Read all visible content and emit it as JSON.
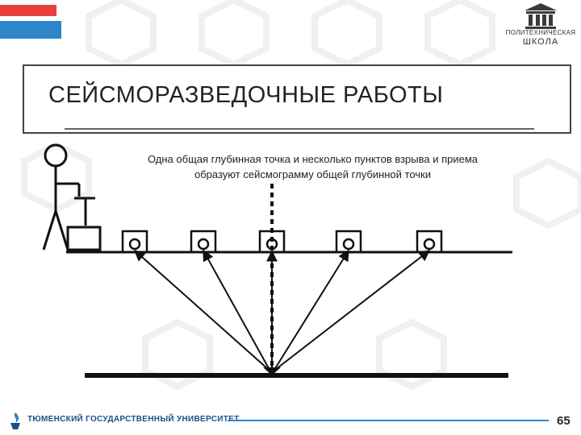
{
  "header": {
    "school_line1": "ПОЛИТЕХНИЧЕСКАЯ",
    "school_line2": "ШКОЛА"
  },
  "slide": {
    "title": "СЕЙСМОРАЗВЕДОЧНЫЕ РАБОТЫ",
    "subtitle_line1": "Одна общая глубинная точка и несколько пунктов взрыва и приема",
    "subtitle_line2": "образуют сейсмограмму общей глубинной точки"
  },
  "footer": {
    "university": "ТЮМЕНСКИЙ ГОСУДАРСТВЕННЫЙ УНИВЕРСИТЕТ",
    "page_number": "65"
  },
  "colors": {
    "accent_red": "#e8403f",
    "accent_blue": "#2e86c8",
    "university_blue": "#1c4f87"
  },
  "icons": {
    "header_logo": "building-columns-icon",
    "footer_logo": "torch-flame-icon"
  }
}
